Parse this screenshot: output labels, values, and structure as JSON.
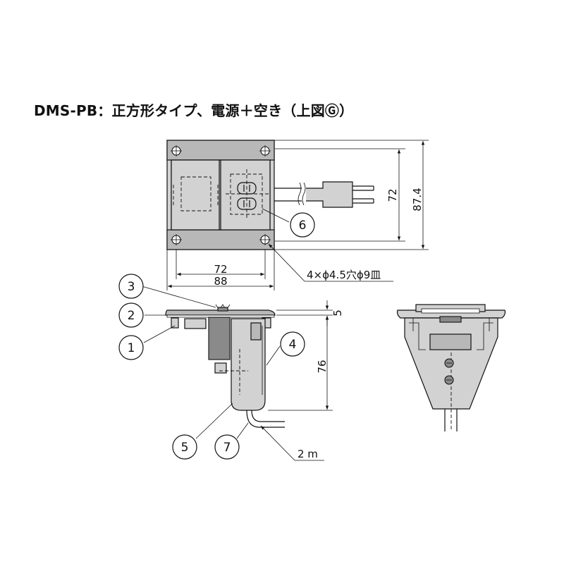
{
  "title": "DMS-PB：正方形タイプ、電源＋空き（上図Ⓖ）",
  "dimensions": {
    "top_view_height_inner": "72",
    "top_view_height_outer": "87.4",
    "top_view_width_inner": "72",
    "top_view_width_outer": "88",
    "holes": "4×ϕ4.5穴ϕ9皿",
    "flange_thickness": "5",
    "body_depth": "76",
    "cable_length": "2 m"
  },
  "callouts": [
    "1",
    "2",
    "3",
    "4",
    "5",
    "6",
    "7"
  ]
}
